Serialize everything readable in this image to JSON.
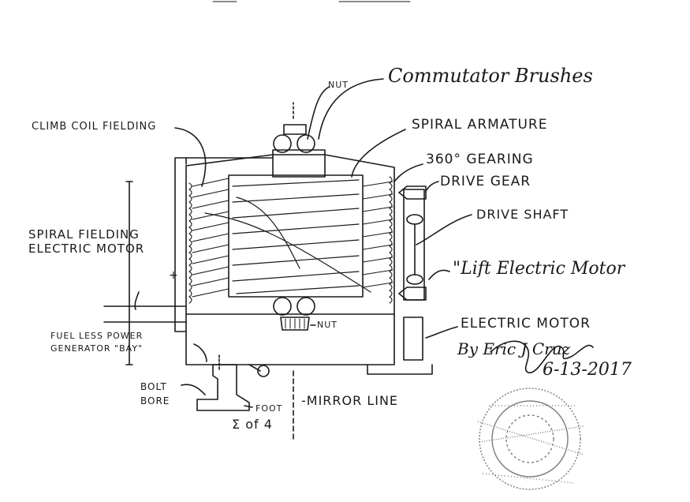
{
  "labels": {
    "nut_top": "NUT",
    "commutator_brushes": "Commutator Brushes",
    "climb_coil_fielding": "CLIMB COIL FIELDING",
    "spiral_armature": "SPIRAL ARMATURE",
    "gearing_360": "360° GEARING",
    "drive_gear": "DRIVE GEAR",
    "drive_shaft": "DRIVE SHAFT",
    "spiral_fielding_line1": "SPIRAL FIELDING",
    "spiral_fielding_line2": "ELECTRIC MOTOR",
    "lift_electric_motor": "\"Lift Electric Motor",
    "plus_sign": "+",
    "nut_bottom": "NUT",
    "electric_motor": "ELECTRIC MOTOR",
    "fuel_less_line1": "FUEL LESS POWER",
    "fuel_less_line2": "GENERATOR \"BAY\"",
    "by_author": "By Eric J Cruz",
    "date": "6-13-2017",
    "bolt_label_line1": "BOLT",
    "bolt_label_line2": "BORE",
    "foot": "FOOT",
    "mirror_line": "-MIRROR LINE",
    "sum_of_4": "Σ of 4"
  },
  "colors": {
    "ink": "#1a1a1a",
    "stamp": "#6e6e6e"
  }
}
